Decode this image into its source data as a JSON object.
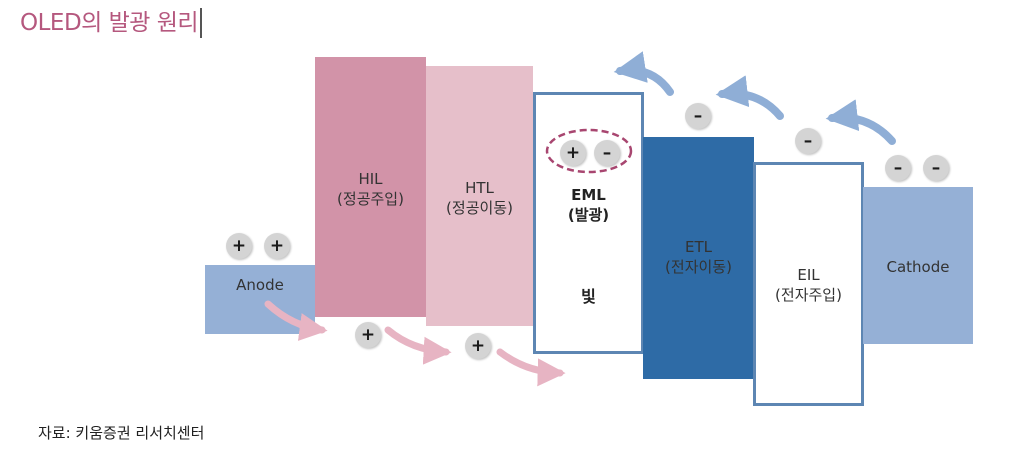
{
  "title": "OLED의 발광 원리",
  "layers": {
    "anode": {
      "name": "Anode"
    },
    "hil": {
      "name": "HIL",
      "role": "(정공주입)"
    },
    "htl": {
      "name": "HTL",
      "role": "(정공이동)"
    },
    "eml": {
      "name": "EML",
      "role": "(발광)",
      "output": "빛"
    },
    "etl": {
      "name": "ETL",
      "role": "(전자이동)"
    },
    "eil": {
      "name": "EIL",
      "role": "(전자주입)"
    },
    "cathode": {
      "name": "Cathode"
    }
  },
  "charges": {
    "hole": "+",
    "electron": "–"
  },
  "colors": {
    "anode": "#95b0d6",
    "hil": "#d293a8",
    "htl": "#e6bfca",
    "eml_border": "#5d86b3",
    "etl": "#2e6ba6",
    "eil_border": "#5d86b3",
    "cathode": "#95b0d6",
    "hole_arrow": "#e7b4c3",
    "electron_arrow": "#8faed6",
    "recombination_ring": "#a84670"
  },
  "source": "자료: 키움증권 리서치센터"
}
